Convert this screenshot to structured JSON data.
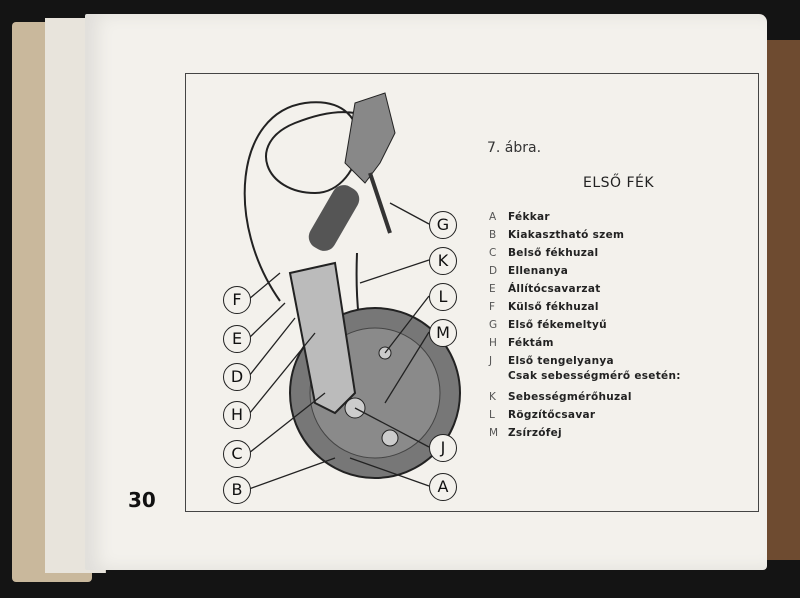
{
  "page_number": "30",
  "figure": {
    "caption": "7. ábra.",
    "title": "ELSŐ FÉK",
    "callouts": [
      "F",
      "E",
      "D",
      "H",
      "C",
      "B",
      "G",
      "K",
      "L",
      "M",
      "J",
      "A"
    ],
    "legend": [
      {
        "key": "A",
        "label": "Fékkar"
      },
      {
        "key": "B",
        "label": "Kiakasztható szem"
      },
      {
        "key": "C",
        "label": "Belső fékhuzal"
      },
      {
        "key": "D",
        "label": "Ellenanya"
      },
      {
        "key": "E",
        "label": "Állítócsavarzat"
      },
      {
        "key": "F",
        "label": "Külső fékhuzal"
      },
      {
        "key": "G",
        "label": "Első fékemeltyű"
      },
      {
        "key": "H",
        "label": "Féktám"
      },
      {
        "key": "J",
        "label": "Első tengelyanya"
      }
    ],
    "note": "Csak sebességmérő esetén:",
    "legend_extra": [
      {
        "key": "K",
        "label": "Sebességmérőhuzal"
      },
      {
        "key": "L",
        "label": "Rögzítőcsavar"
      },
      {
        "key": "M",
        "label": "Zsírzófej"
      }
    ]
  }
}
